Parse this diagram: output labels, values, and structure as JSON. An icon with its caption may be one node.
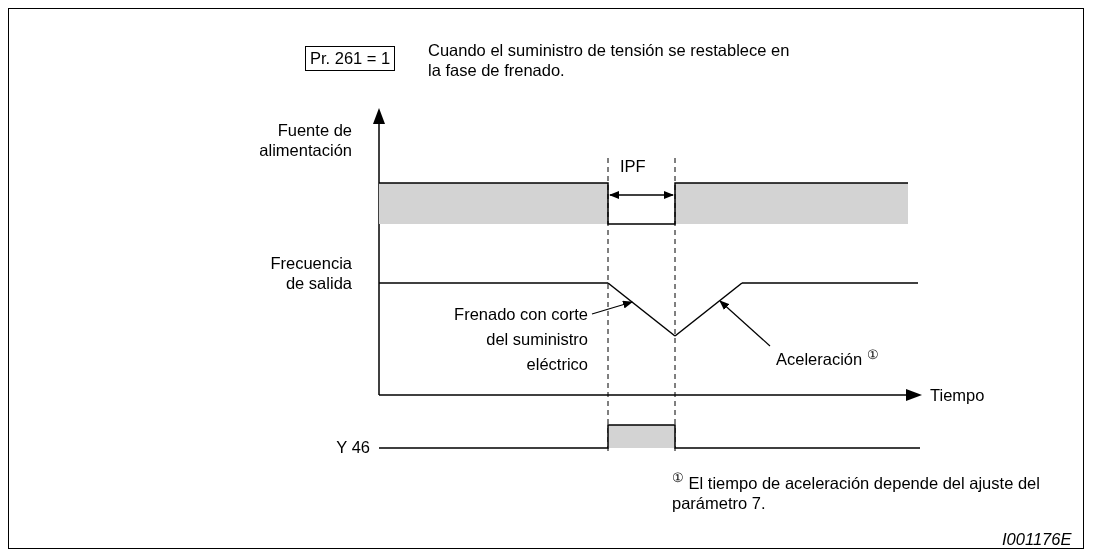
{
  "diagram": {
    "nodes": [
      {
        "text": [
          "Pr. 261 = 1"
        ],
        "beside": [
          "Cuando el suministro de tensión se restablece en la fase de frenado."
        ]
      },
      {
        "text": [
          "Frenado con corte del suministro eléctrico"
        ]
      },
      {
        "text": [
          "Aceleración $^{①}$"
        ]
      },
      {
        "text": [],
        "shape": "line"
      },
      {
        "text": [],
        "shape": "line"
      }
    ],
    "edges": [
      {
        "from": 1,
        "to": 3,
        "arrow": "to"
      },
      {
        "from": 2,
        "to": 4,
        "arrow": "to"
      }
    ],
    "labels": [
      "Fuente de alimentación",
      "IPF",
      "Frecuencia de salida",
      "Tiempo",
      "Y 46",
      "$^{①}$ El tiempo de aceleración depende del ajuste del parámetro 7.",
      "I001176E"
    ]
  }
}
